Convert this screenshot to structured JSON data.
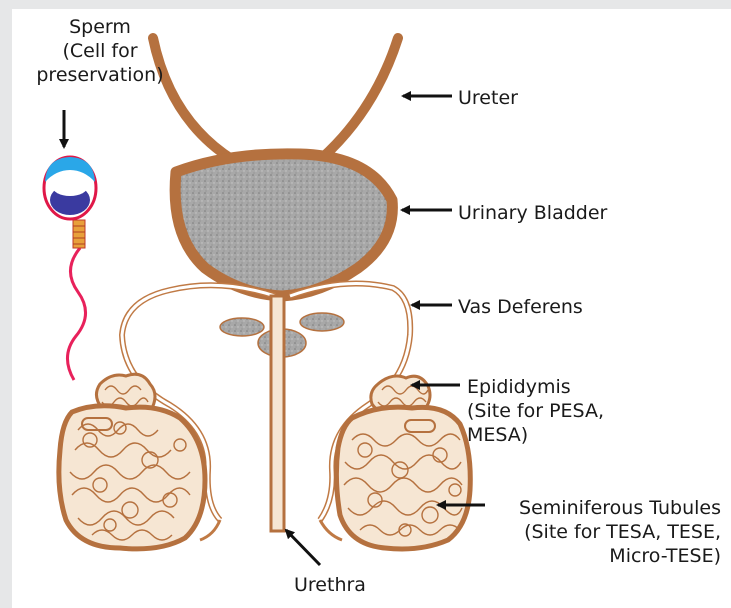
{
  "labels": {
    "sperm": [
      "Sperm",
      "(Cell for",
      "preservation)"
    ],
    "ureter": [
      "Ureter"
    ],
    "bladder": [
      "Urinary Bladder"
    ],
    "vas": [
      "Vas Deferens"
    ],
    "epididymis": [
      "Epididymis",
      "(Site for PESA,",
      "MESA)"
    ],
    "tubules": [
      "Seminiferous Tubules",
      "(Site for TESA, TESE,",
      "Micro-TESE)"
    ],
    "urethra": [
      "Urethra"
    ]
  },
  "colors": {
    "tissue": "#b5713f",
    "tissue_light": "#f6e6d3",
    "bladder_fill": "#a6a6a6",
    "vas_tube": "#c07a45",
    "arrow": "#111111",
    "sperm_tail": "#e8215b",
    "sperm_head_outline": "#e01848",
    "sperm_acrosome": "#2aa7e8",
    "sperm_nucleus": "#3a3aa0",
    "sperm_midpiece": "#e8a03a"
  }
}
